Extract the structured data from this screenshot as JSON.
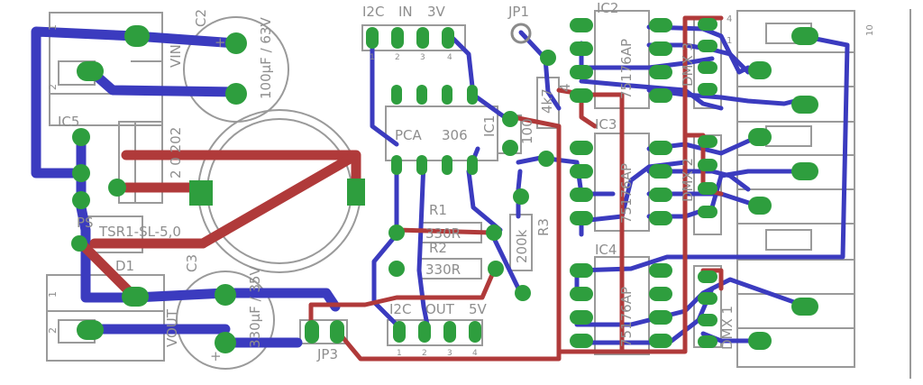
{
  "colors": {
    "background": "#ffffff",
    "bottom_trace": "#3b3bbf",
    "top_trace": "#b03a3a",
    "pad": "#2e9e3e",
    "silkscreen": "#9a9a9a",
    "label": "#8e8e8e"
  },
  "labels": {
    "c2": "C2",
    "vin": "VIN",
    "c2_value": "100µF / 63V",
    "ic5": "IC5",
    "ic5_value": "2 0 202",
    "ps": "PS",
    "ps_value": "TSR1-SL-5,0",
    "d1": "D1",
    "vout": "VOUT",
    "c3": "C3",
    "c3_value": "330µF / 35V",
    "jp3": "JP3",
    "i2c": "I2C",
    "in": "IN",
    "v3": "3V",
    "pin1": "1",
    "pin2": "2",
    "pin3": "3",
    "pin4": "4",
    "pca": "PCA",
    "pca_num": "306",
    "ic1": "IC1",
    "c100": "100",
    "jp1": "JP1",
    "r4": "4k7",
    "r4_num": "4",
    "r1": "R1",
    "r1_value": "330R",
    "r2": "R2",
    "r2_value": "330R",
    "r3": "R3",
    "r3_value": "200k",
    "i2c_bottom": "I2C",
    "out": "OUT",
    "v5": "5V",
    "ic2": "IC2",
    "ic2_value": "75176AP",
    "ic3": "IC3",
    "ic3_value": "75176AP",
    "ic4": "IC4",
    "ic4_value": "75176AP",
    "dmx3": "DMX 3",
    "dmx2": "DMX 2",
    "dmx1": "DMX 1",
    "conn_10": "10",
    "conn_1": "1",
    "conn_4": "4",
    "term_1": "1",
    "term_2": "2",
    "plus": "+"
  }
}
